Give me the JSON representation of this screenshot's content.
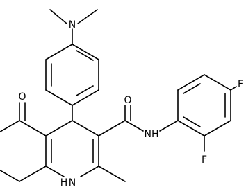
{
  "molecule": {
    "atom_labels": {
      "n_dimethylamino": "N",
      "o_carbonyl": "O",
      "o_amide": "O",
      "nh_amide": "NH",
      "nh_ring": "NH",
      "h_ring": "H",
      "n_ring": "N",
      "f_para": "F",
      "f_ortho": "F"
    }
  }
}
